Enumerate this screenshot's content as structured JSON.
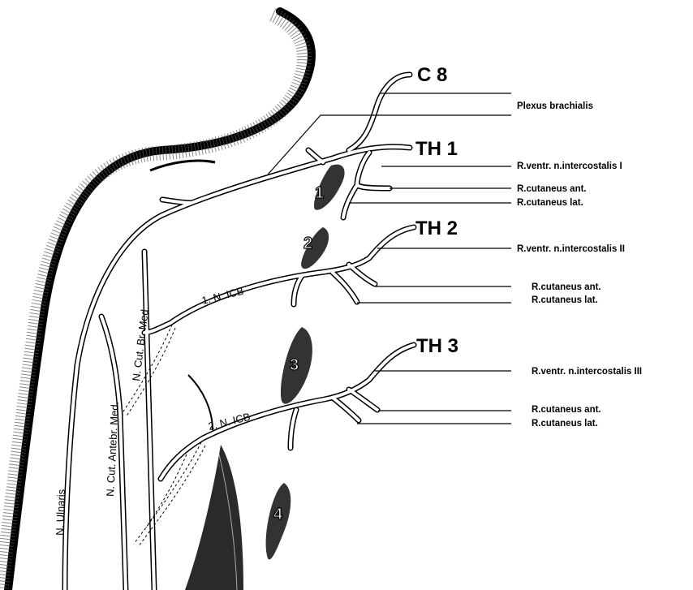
{
  "roots": {
    "c8": "C 8",
    "th1": "TH 1",
    "th2": "TH 2",
    "th3": "TH 3"
  },
  "labels": {
    "plexus": "Plexus brachialis",
    "th1_ventr": "R.ventr. n.intercostalis I",
    "th1_cut_ant": "R.cutaneus ant.",
    "th1_cut_lat": "R.cutaneus lat.",
    "th2_ventr": "R.ventr. n.intercostalis II",
    "th2_cut_ant": "R.cutaneus ant.",
    "th2_cut_lat": "R.cutaneus lat.",
    "th3_ventr": "R.ventr. n.intercostalis III",
    "th3_cut_ant": "R.cutaneus ant.",
    "th3_cut_lat": "R.cutaneus lat."
  },
  "nerves": {
    "icb1": "1. N. ICB",
    "icb2": "2. N. ICB",
    "cut_br_med": "N. Cut. Br. Med.",
    "cut_antebr_med": "N. Cut. Antebr. Med.",
    "ulnaris": "N. Ulnaris"
  },
  "ribs": [
    "1",
    "2",
    "3",
    "4"
  ]
}
